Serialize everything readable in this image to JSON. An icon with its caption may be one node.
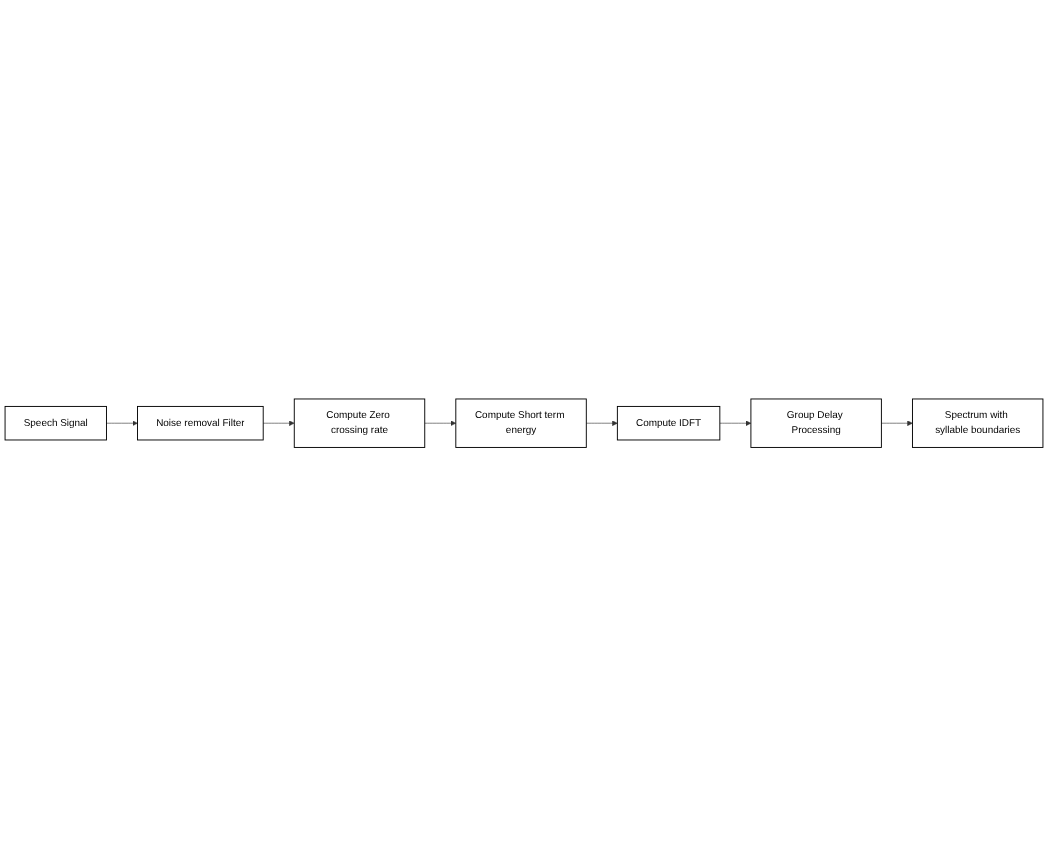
{
  "diagram": {
    "nodes": [
      {
        "text": [
          "Speech Signal"
        ]
      },
      {
        "text": [
          "Noise removal Filter"
        ]
      },
      {
        "text": [
          "Compute Zero crossing rate"
        ]
      },
      {
        "text": [
          "Compute Short term energy"
        ]
      },
      {
        "text": [
          "Compute IDFT"
        ]
      },
      {
        "text": [
          "Group Delay Processing"
        ]
      },
      {
        "text": [
          "Spectrum with syllable boundaries"
        ]
      }
    ],
    "edges": [
      {
        "from": 0,
        "to": 1,
        "arrow": "to"
      },
      {
        "from": 1,
        "to": 2,
        "arrow": "to"
      },
      {
        "from": 2,
        "to": 3,
        "arrow": "to"
      },
      {
        "from": 3,
        "to": 4,
        "arrow": "to"
      },
      {
        "from": 4,
        "to": 5,
        "arrow": "to"
      },
      {
        "from": 5,
        "to": 6,
        "arrow": "to"
      }
    ]
  }
}
